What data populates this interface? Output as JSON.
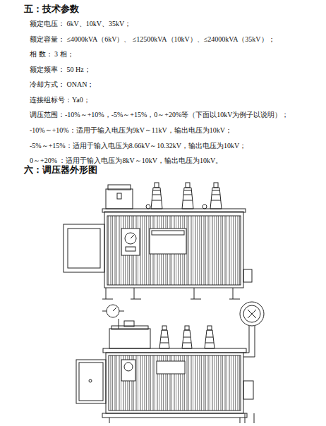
{
  "diagram": {
    "title": "五：技术参数",
    "labels": [
      "额定电压： 6kV、10kV、35kV；",
      "额定容量： ≤4000kVA（6kV）、 ≤12500kVA（10kV）、≤24000kVA（35kV）；",
      "相 数： 3 相；",
      "额定频率： 50 Hz；",
      "冷却方式： ONAN；",
      "连接组标号：Ya0；",
      "调压范围：-10%～+10%，-5%～+15%，0～+20%等（下面以10kV为例子以说明）；",
      "-10%～+10%：适用于输入电压为9kV～11kV，输出电压为10kV；",
      "-5%～+15%：适用于输入电压为8.66kV～10.32kV，输出电压为10kV；",
      "0～+20% ：适用于输入电压为8kV～10kV，输出电压为10kV。",
      "六：调压器外形图"
    ]
  }
}
